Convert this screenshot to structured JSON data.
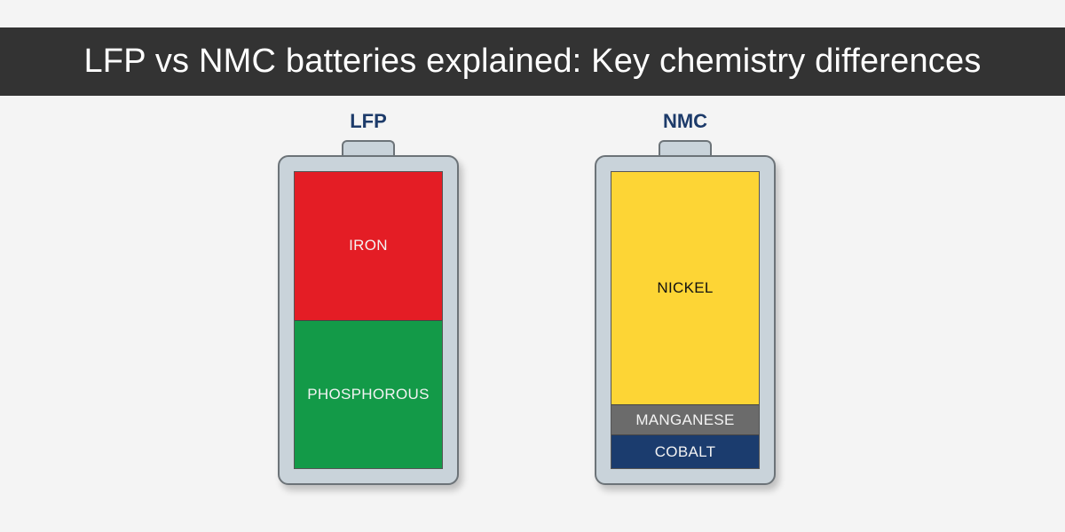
{
  "title": "LFP vs NMC batteries explained: Key chemistry differences",
  "batteries": [
    {
      "label": "LFP",
      "segments": [
        {
          "name": "IRON",
          "fraction": 0.5,
          "color": "#e41d25",
          "text_color": "#f3f3f3"
        },
        {
          "name": "PHOSPHOROUS",
          "fraction": 0.5,
          "color": "#139a48",
          "text_color": "#f3f3f3"
        }
      ]
    },
    {
      "label": "NMC",
      "segments": [
        {
          "name": "NICKEL",
          "fraction": 0.79,
          "color": "#fdd535",
          "text_color": "#111111"
        },
        {
          "name": "MANGANESE",
          "fraction": 0.1,
          "color": "#6b6b6b",
          "text_color": "#f3f3f3"
        },
        {
          "name": "COBALT",
          "fraction": 0.11,
          "color": "#1b3c6e",
          "text_color": "#f3f3f3"
        }
      ]
    }
  ],
  "colors": {
    "title_bar": "#333333",
    "label": "#1d3b6a",
    "battery_casing": "#c9d3da"
  }
}
